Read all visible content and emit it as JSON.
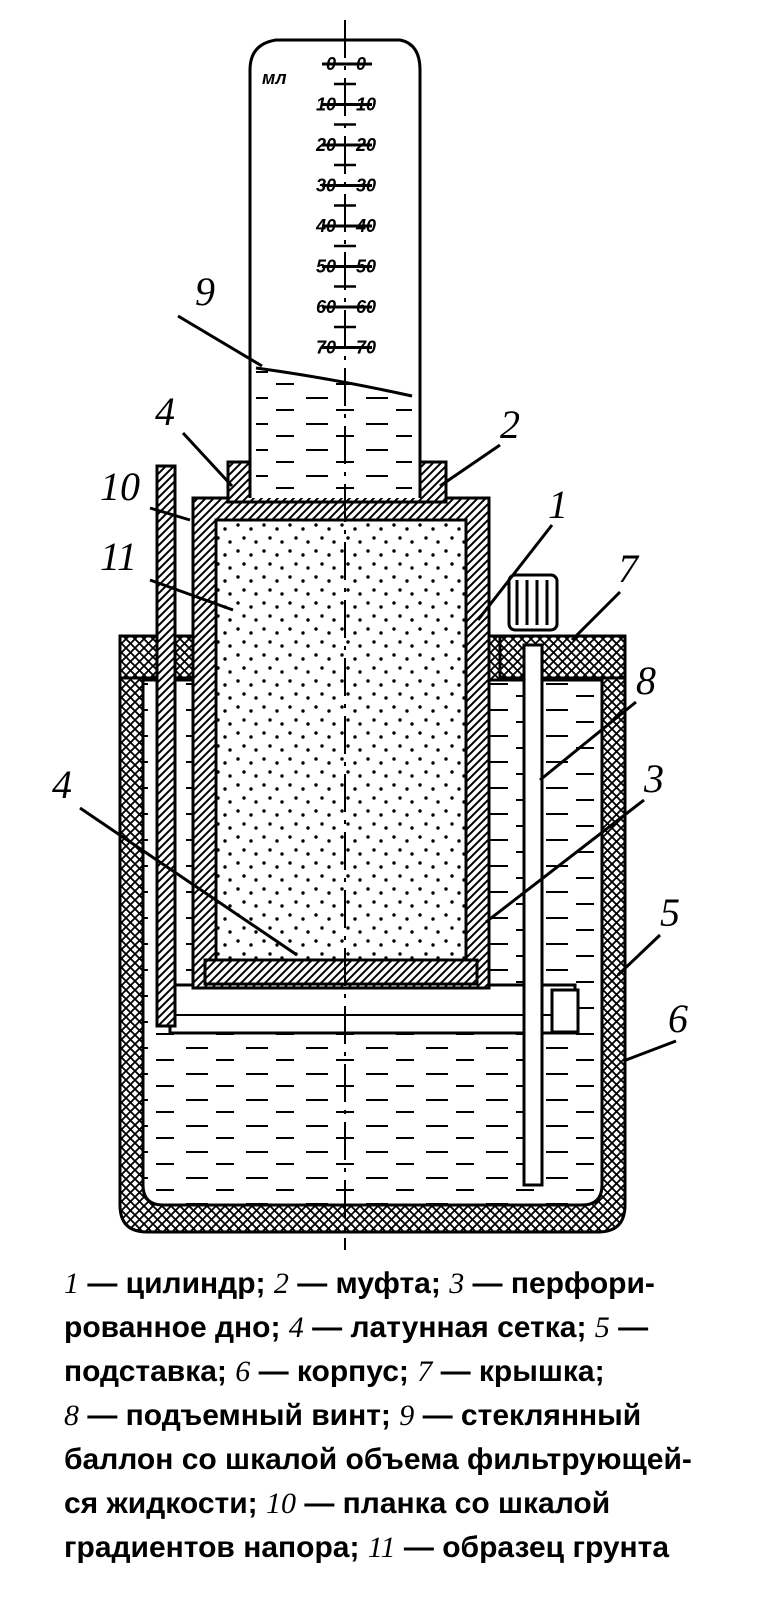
{
  "figure": {
    "scale_unit": "мл",
    "scale_ticks": [
      "0",
      "10",
      "20",
      "30",
      "40",
      "50",
      "60",
      "70"
    ],
    "callouts": [
      "1",
      "2",
      "3",
      "4",
      "4",
      "5",
      "6",
      "7",
      "8",
      "9",
      "10",
      "11"
    ]
  },
  "legend": [
    {
      "num": "1",
      "text": "цилиндр"
    },
    {
      "num": "2",
      "text": "муфта"
    },
    {
      "num": "3",
      "text": "перфори-рованное дно"
    },
    {
      "num": "4",
      "text": "латунная сетка"
    },
    {
      "num": "5",
      "text": "подставка"
    },
    {
      "num": "6",
      "text": "корпус"
    },
    {
      "num": "7",
      "text": "крышка"
    },
    {
      "num": "8",
      "text": "подъемный винт"
    },
    {
      "num": "9",
      "text": "стеклянный баллон со шкалой объема фильтрующей-ся жидкости"
    },
    {
      "num": "10",
      "text": "планка со шкалой градиентов напора"
    },
    {
      "num": "11",
      "text": "образец грунта"
    }
  ],
  "caption_lines": [
    [
      {
        "n": "1"
      },
      {
        "t": " — цилиндр; "
      },
      {
        "n": "2"
      },
      {
        "t": " — муфта; "
      },
      {
        "n": "3"
      },
      {
        "t": " — перфори-"
      }
    ],
    [
      {
        "t": "рованное дно; "
      },
      {
        "n": "4"
      },
      {
        "t": " — латунная сетка; "
      },
      {
        "n": "5"
      },
      {
        "t": " —"
      }
    ],
    [
      {
        "t": "подставка; "
      },
      {
        "n": "6"
      },
      {
        "t": " — корпус; "
      },
      {
        "n": "7"
      },
      {
        "t": " — крышка;"
      }
    ],
    [
      {
        "n": "8"
      },
      {
        "t": " — подъемный винт; "
      },
      {
        "n": "9"
      },
      {
        "t": " — стеклянный"
      }
    ],
    [
      {
        "t": "баллон со шкалой объема фильтрующей-"
      }
    ],
    [
      {
        "t": "ся жидкости; "
      },
      {
        "n": "10"
      },
      {
        "t": " — планка со шкалой"
      }
    ],
    [
      {
        "t": "градиентов напора; "
      },
      {
        "n": "11"
      },
      {
        "t": " — образец грунта"
      }
    ]
  ]
}
